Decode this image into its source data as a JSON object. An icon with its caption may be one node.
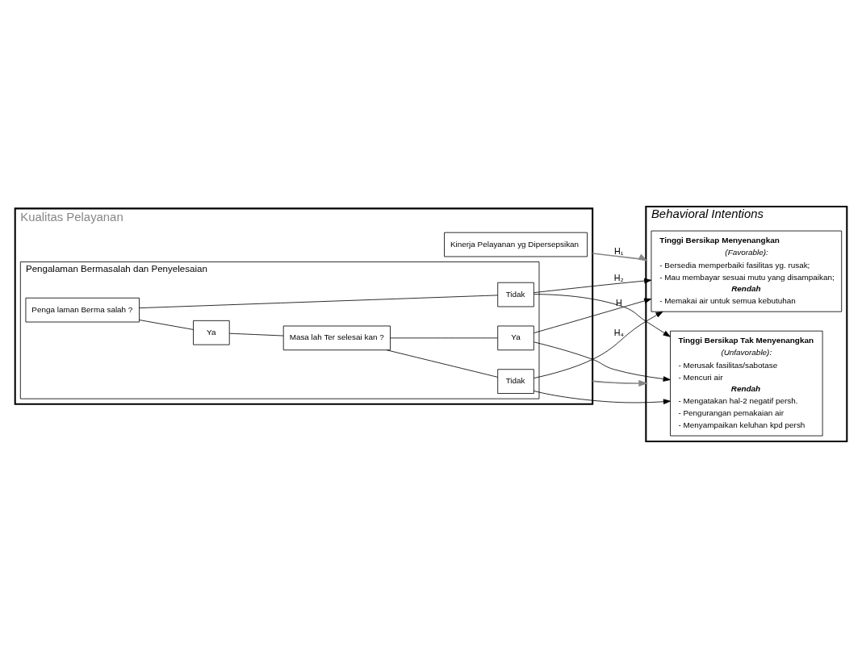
{
  "diagram": {
    "nodes": [
      {
        "text": [
          "Kualitas Pelayanan"
        ]
      },
      {
        "text": [
          "Kinerja Pelayanan yg Dipersepsikan"
        ],
        "in": 0
      },
      {
        "text": [
          "Pengalaman Bermasalah dan Penyelesaian"
        ],
        "in": 0
      },
      {
        "text": [
          "Penga laman Berma salah ?"
        ],
        "in": 2
      },
      {
        "text": [
          "Tidak"
        ],
        "in": 2
      },
      {
        "text": [
          "Ya"
        ],
        "in": 2
      },
      {
        "text": [
          "Masa lah Ter selesai kan ?"
        ],
        "in": 2
      },
      {
        "text": [
          "Ya"
        ],
        "in": 2
      },
      {
        "text": [
          "Tidak"
        ],
        "in": 2
      },
      {
        "text": [
          "Behavioral Intentions"
        ]
      },
      {
        "text": [
          "Tinggi Bersikap Menyenangkan",
          "(Favorable):",
          "- Bersedia memperbaiki fasilitas yg. rusak;",
          "- Mau membayar sesuai mutu yang disampaikan;",
          "Rendah",
          "- Memakai air untuk semua kebutuhan"
        ],
        "in": 9
      },
      {
        "text": [
          "Tinggi Bersikap Tak Menyenangkan",
          "(Unfavorable):",
          "- Merusak fasilitas/sabotase",
          "- Mencuri air",
          "Rendah",
          "- Mengatakan hal-2 negatif persh.",
          "- Pengurangan pemakaian air",
          "- Menyampaikan keluhan kpd persh"
        ],
        "in": 9
      }
    ],
    "edges": [
      {
        "from": 0,
        "to": 9,
        "arrow": "to",
        "label": "H₁",
        "color": "#888888"
      },
      {
        "from": 3,
        "to": 4,
        "arrow": "none"
      },
      {
        "from": 3,
        "to": 5,
        "arrow": "none"
      },
      {
        "from": 5,
        "to": 6,
        "arrow": "none"
      },
      {
        "from": 6,
        "to": 7,
        "arrow": "none"
      },
      {
        "from": 6,
        "to": 8,
        "arrow": "none"
      },
      {
        "from": 4,
        "to": 10,
        "arrow": "to",
        "label": "H₂"
      },
      {
        "from": 4,
        "to": 11,
        "arrow": "to"
      },
      {
        "from": 7,
        "to": 10,
        "arrow": "to",
        "label": "H"
      },
      {
        "from": 7,
        "to": 11,
        "arrow": "to"
      },
      {
        "from": 8,
        "to": 10,
        "arrow": "to",
        "label": "H₄"
      },
      {
        "from": 8,
        "to": 11,
        "arrow": "to"
      },
      {
        "from": 0,
        "to": 9,
        "arrow": "to",
        "color": "#888888"
      }
    ]
  }
}
